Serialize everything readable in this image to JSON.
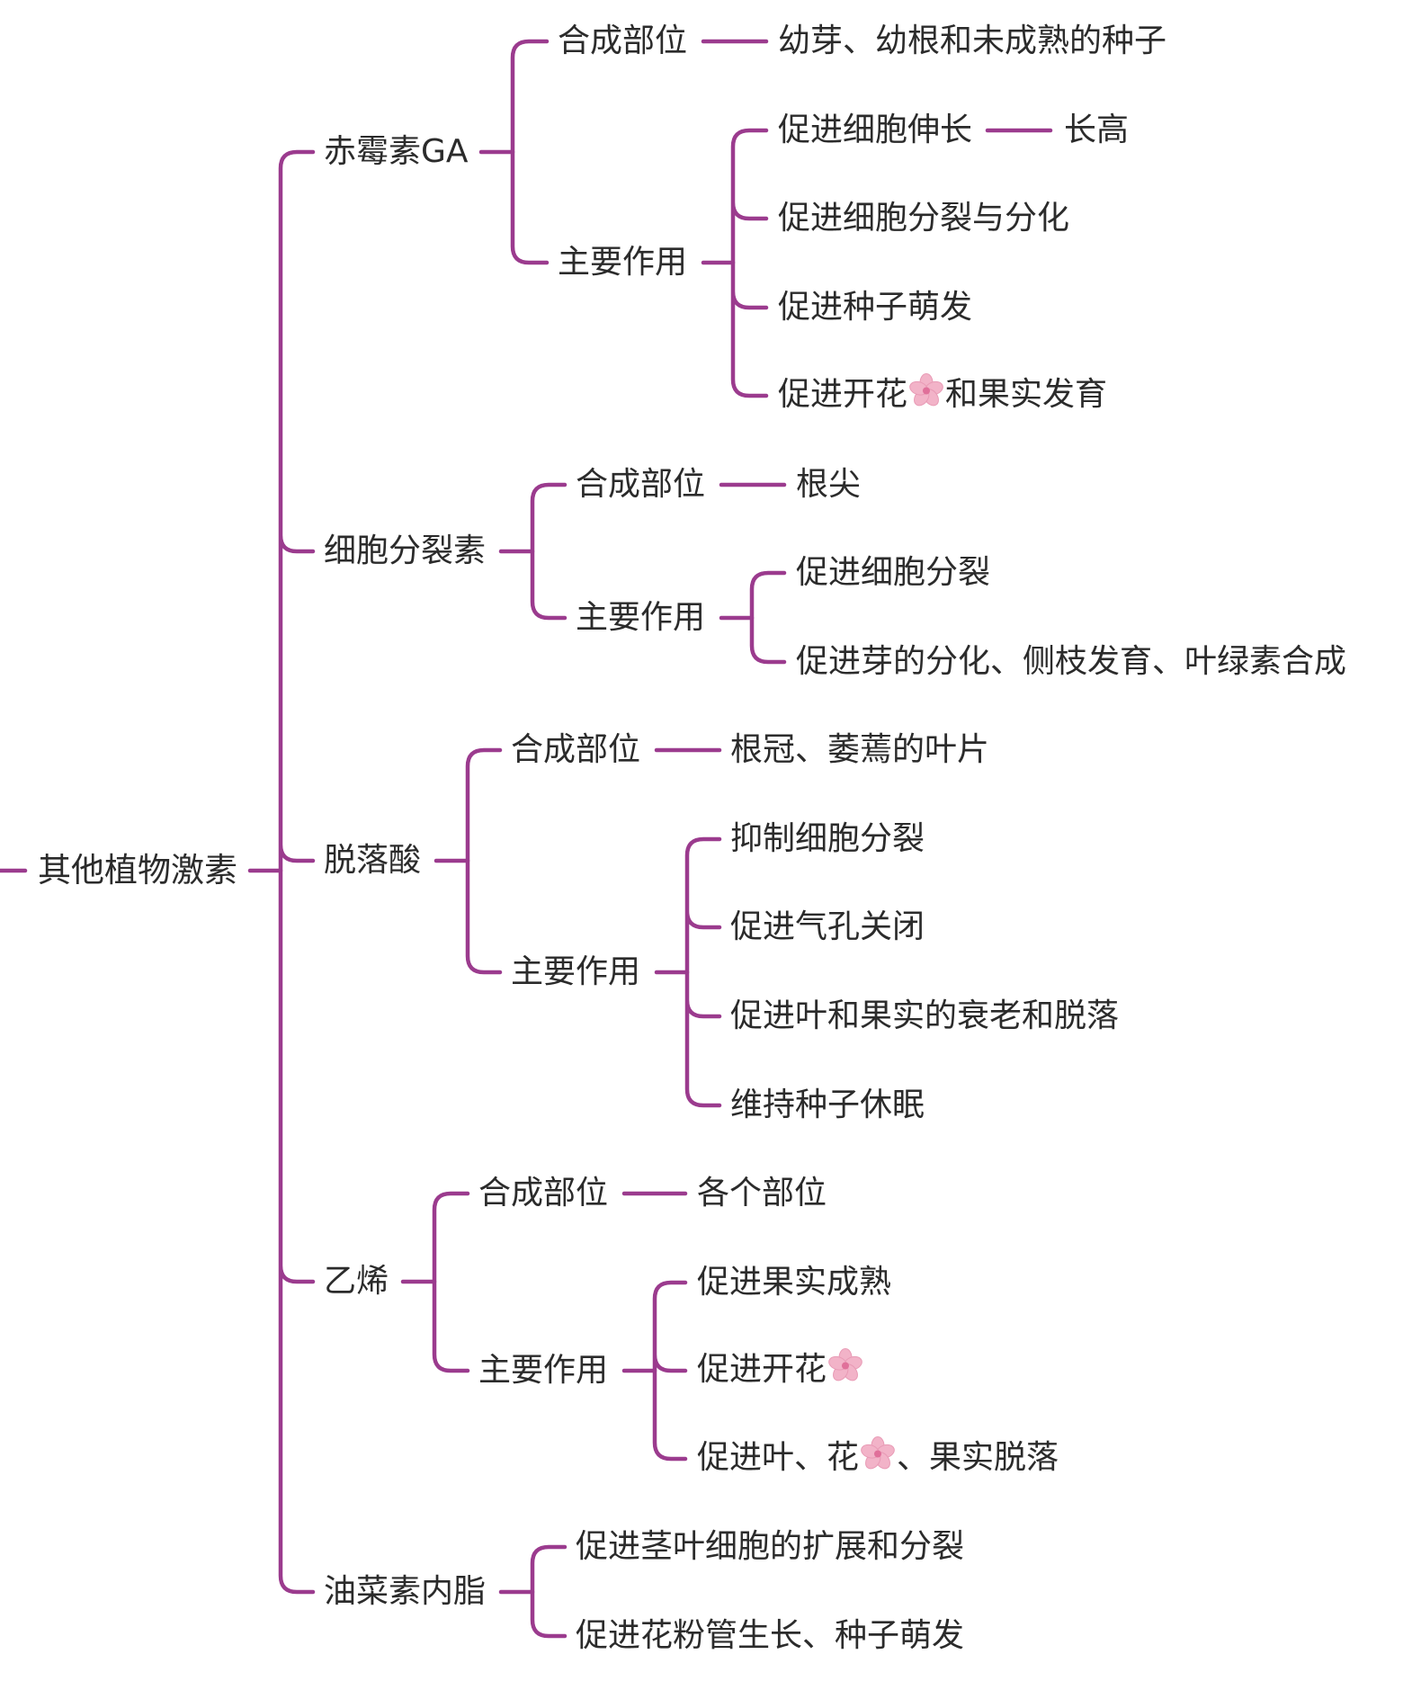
{
  "colors": {
    "branch": "#9b3b8e",
    "text": "#2b2b2b",
    "blossom": "#f2b3c8",
    "blossom_center": "#e0709a"
  },
  "root": {
    "label": "其他植物激素"
  },
  "hormones": [
    {
      "label": "赤霉素GA",
      "site_label": "合成部位",
      "site_value": "幼芽、幼根和未成熟的种子",
      "effect_label": "主要作用",
      "effects": [
        {
          "text": "促进细胞伸长",
          "result": "长高"
        },
        {
          "text": "促进细胞分裂与分化"
        },
        {
          "text": "促进种子萌发"
        },
        {
          "text_before": "促进开花",
          "icon": "cherry-blossom-icon",
          "text_after": "和果实发育"
        }
      ]
    },
    {
      "label": "细胞分裂素",
      "site_label": "合成部位",
      "site_value": "根尖",
      "effect_label": "主要作用",
      "effects": [
        {
          "text": "促进细胞分裂"
        },
        {
          "text": "促进芽的分化、侧枝发育、叶绿素合成"
        }
      ]
    },
    {
      "label": "脱落酸",
      "site_label": "合成部位",
      "site_value": "根冠、萎蔫的叶片",
      "effect_label": "主要作用",
      "effects": [
        {
          "text": "抑制细胞分裂"
        },
        {
          "text": "促进气孔关闭"
        },
        {
          "text": "促进叶和果实的衰老和脱落"
        },
        {
          "text": "维持种子休眠"
        }
      ]
    },
    {
      "label": "乙烯",
      "site_label": "合成部位",
      "site_value": "各个部位",
      "effect_label": "主要作用",
      "effects": [
        {
          "text": "促进果实成熟"
        },
        {
          "text_before": "促进开花",
          "icon": "cherry-blossom-icon"
        },
        {
          "text_before": "促进叶、花",
          "icon": "cherry-blossom-icon",
          "text_after": "、果实脱落"
        }
      ]
    },
    {
      "label": "油菜素内脂",
      "effects": [
        {
          "text": "促进茎叶细胞的扩展和分裂"
        },
        {
          "text": "促进花粉管生长、种子萌发"
        }
      ]
    }
  ]
}
